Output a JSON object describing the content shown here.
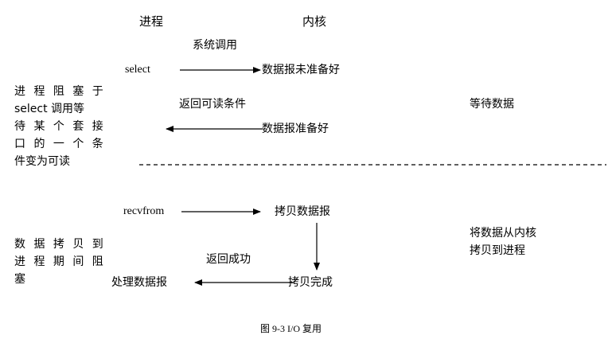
{
  "columns": {
    "process": "进程",
    "kernel": "内核"
  },
  "phase1": {
    "syscall": "系统调用",
    "call": "select",
    "not_ready": "数据报未准备好",
    "return_readable": "返回可读条件",
    "ready": "数据报准备好",
    "kernel_state": "等待数据",
    "side_note": [
      "进 程 阻 塞 于",
      "select 调用等",
      "待 某 个 套 接",
      "口 的 一 个 条",
      "件变为可读"
    ]
  },
  "phase2": {
    "call": "recvfrom",
    "copy_datagram": "拷贝数据报",
    "return_success": "返回成功",
    "copy_done": "拷贝完成",
    "process_datagram": "处理数据报",
    "kernel_state": [
      "将数据从内核",
      "拷贝到进程"
    ],
    "side_note": [
      "数 据 拷 贝 到",
      "进 程 期 间 阻",
      "塞"
    ]
  },
  "caption": "图 9-3    I/O 复用"
}
